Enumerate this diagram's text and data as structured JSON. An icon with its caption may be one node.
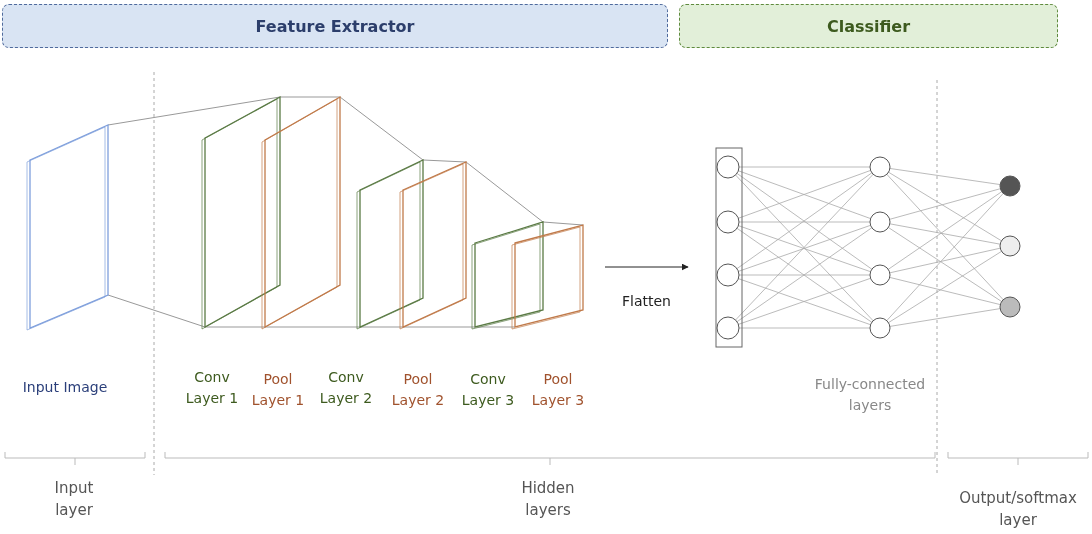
{
  "diagram": {
    "nodes": [
      {
        "text": [
          "Feature Extractor"
        ]
      },
      {
        "text": [
          "Classifier"
        ]
      },
      {
        "text": [
          "Input Image"
        ]
      },
      {
        "text": [
          "Conv Layer 1"
        ]
      },
      {
        "text": [
          "Pool Layer 1"
        ]
      },
      {
        "text": [
          "Conv Layer 2"
        ]
      },
      {
        "text": [
          "Pool Layer 2"
        ]
      },
      {
        "text": [
          "Conv Layer 3"
        ]
      },
      {
        "text": [
          "Pool Layer 3"
        ]
      },
      {
        "text": [
          "Fully-connected layers"
        ]
      }
    ],
    "edges": [
      {
        "from": 2,
        "to": 3,
        "arrow": "none"
      },
      {
        "from": 2,
        "to": 3,
        "arrow": "none"
      },
      {
        "from": 3,
        "to": 4,
        "arrow": "none"
      },
      {
        "from": 3,
        "to": 4,
        "arrow": "none"
      },
      {
        "from": 4,
        "to": 5,
        "arrow": "none"
      },
      {
        "from": 4,
        "to": 5,
        "arrow": "none"
      },
      {
        "from": 5,
        "to": 6,
        "arrow": "none"
      },
      {
        "from": 5,
        "to": 6,
        "arrow": "none"
      },
      {
        "from": 6,
        "to": 7,
        "arrow": "none"
      },
      {
        "from": 6,
        "to": 7,
        "arrow": "none"
      },
      {
        "from": 7,
        "to": 8,
        "arrow": "none"
      },
      {
        "from": 7,
        "to": 8,
        "arrow": "none"
      },
      {
        "from": 8,
        "to": 9,
        "label": "Flatten",
        "arrow": "to",
        "color": "#222222"
      }
    ],
    "labels": [
      "Input layer",
      "Hidden layers",
      "Output/softmax layer"
    ]
  }
}
